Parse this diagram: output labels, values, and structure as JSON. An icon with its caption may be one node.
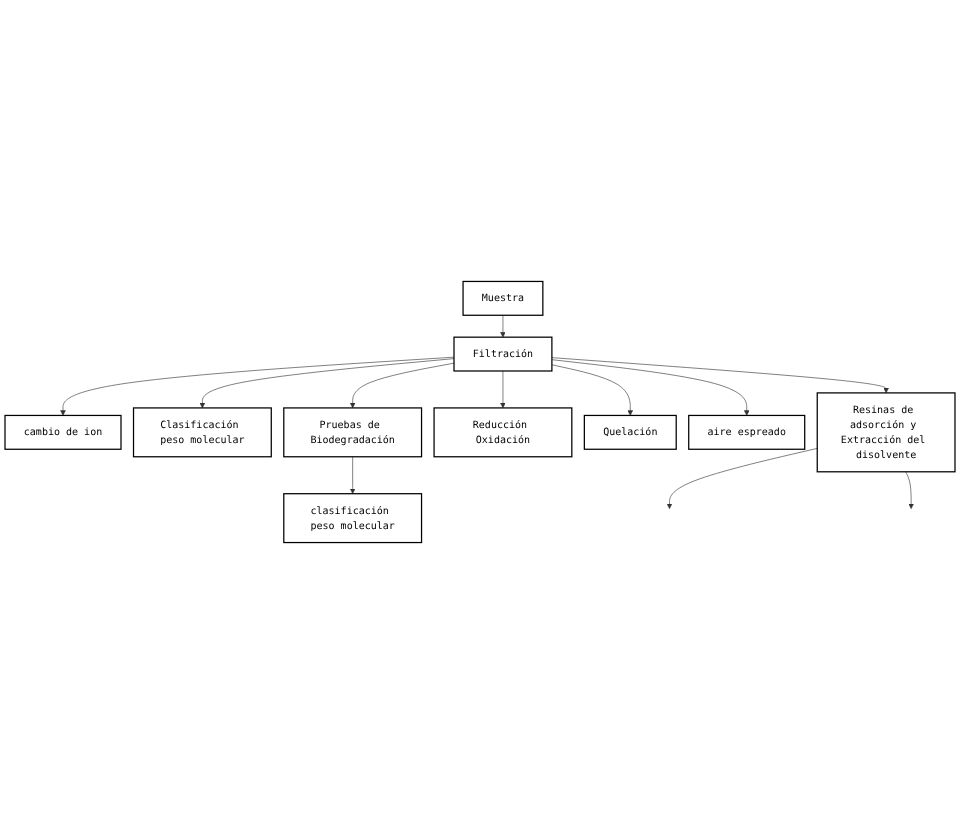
{
  "diagram": {
    "nodes": [
      {
        "text": [
          "Muestra"
        ]
      },
      {
        "text": [
          "Filtración"
        ]
      },
      {
        "text": [
          "cambio de ion"
        ]
      },
      {
        "text": [
          "Clasificación peso molecular"
        ]
      },
      {
        "text": [
          "Pruebas de Biodegradación"
        ]
      },
      {
        "text": [
          "Reducción Oxidación"
        ]
      },
      {
        "text": [
          "Quelación"
        ]
      },
      {
        "text": [
          "aire espreado"
        ]
      },
      {
        "text": [
          "clasificación peso molecular"
        ]
      },
      {
        "text": [
          "Resinas de adsorción y Extracción del disolvente"
        ]
      }
    ],
    "edges": [
      {
        "from": 0,
        "to": 1,
        "arrow": "to"
      },
      {
        "from": 1,
        "to": 2,
        "arrow": "to"
      },
      {
        "from": 1,
        "to": 3,
        "arrow": "to"
      },
      {
        "from": 1,
        "to": 4,
        "arrow": "to"
      },
      {
        "from": 1,
        "to": 5,
        "arrow": "to"
      },
      {
        "from": 1,
        "to": 6,
        "arrow": "to"
      },
      {
        "from": 1,
        "to": 7,
        "arrow": "to"
      },
      {
        "from": 1,
        "to": 9,
        "arrow": "to"
      },
      {
        "from": 4,
        "to": 8,
        "arrow": "to"
      },
      {
        "from": 9,
        "to": null,
        "arrow": "to"
      },
      {
        "from": 9,
        "to": null,
        "arrow": "to"
      }
    ]
  }
}
